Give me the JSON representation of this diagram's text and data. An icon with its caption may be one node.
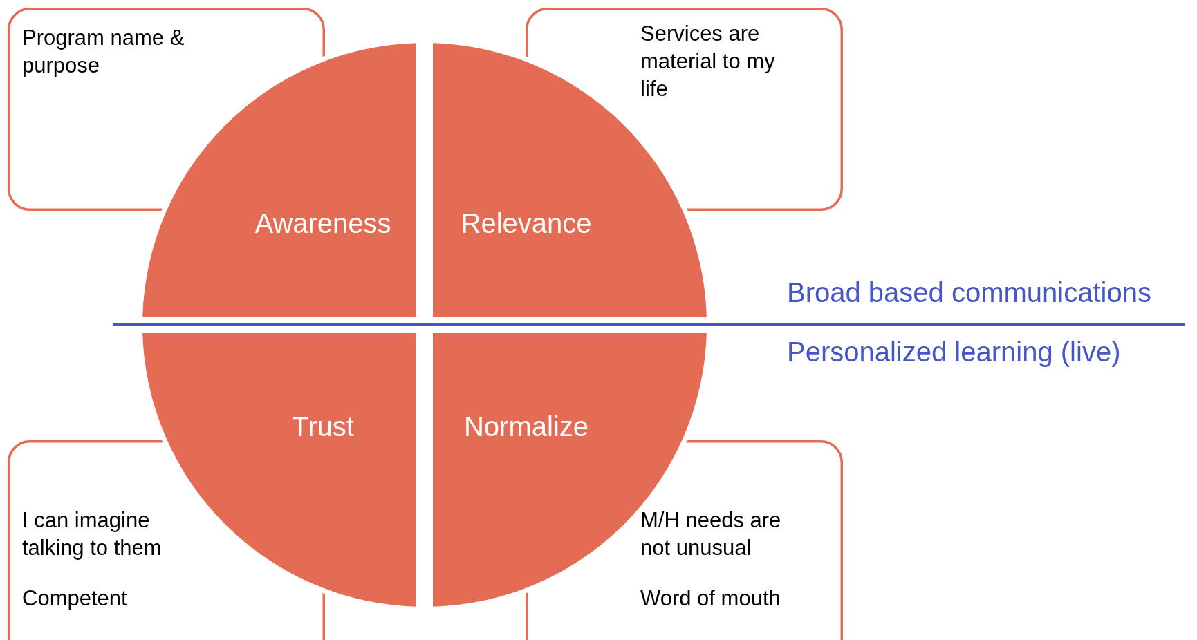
{
  "diagram": {
    "nodes": [
      {
        "text": [
          "Program name & purpose"
        ]
      },
      {
        "text": [
          "Services are material to my life"
        ]
      },
      {
        "text": [
          "I can imagine talking to them",
          "Competent"
        ]
      },
      {
        "text": [
          "M/H needs are not unusual",
          "Word of mouth"
        ]
      },
      {
        "text": [
          "Awareness"
        ]
      },
      {
        "text": [
          "Relevance"
        ]
      },
      {
        "text": [
          "Trust"
        ]
      },
      {
        "text": [
          "Normalize"
        ]
      }
    ],
    "labels": [
      "Broad based communications",
      "Personalized learning (live)"
    ]
  }
}
